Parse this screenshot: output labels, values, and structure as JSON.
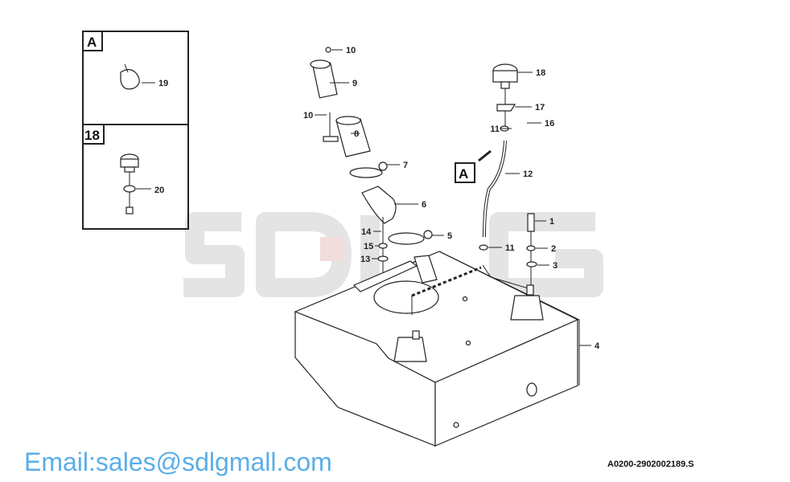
{
  "watermark": "SDLG",
  "email_watermark": "Email:sales@sdlgmall.com",
  "drawing_code": "A0200-2902002189.S",
  "detail_boxes": [
    {
      "tag": "A",
      "callouts": [
        "19"
      ]
    },
    {
      "tag": "18",
      "callouts": [
        "20"
      ]
    }
  ],
  "view_marker": "A",
  "callouts": [
    "10",
    "9",
    "10",
    "8",
    "7",
    "6",
    "5",
    "14",
    "15",
    "13",
    "18",
    "17",
    "16",
    "11",
    "12",
    "1",
    "2",
    "11",
    "3",
    "4"
  ],
  "colors": {
    "watermark": "#e4e4e4",
    "watermark_red": "#f3dcdc",
    "email": "#5aaee8"
  }
}
